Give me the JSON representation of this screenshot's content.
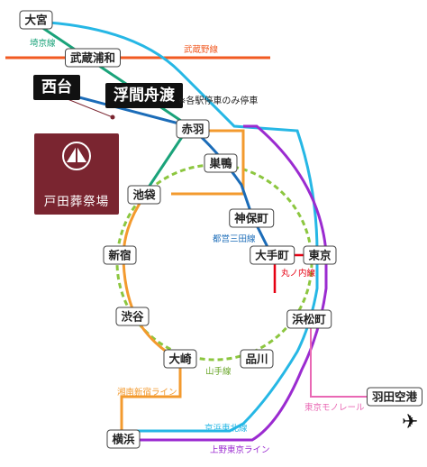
{
  "stations": {
    "omiya": "大宮",
    "musashi_urawa": "武蔵浦和",
    "akabane": "赤羽",
    "sugamo": "巣鴨",
    "ikebukuro": "池袋",
    "jimbocho": "神保町",
    "otemachi": "大手町",
    "tokyo": "東京",
    "shinjuku": "新宿",
    "shibuya": "渋谷",
    "hamamatsucho": "浜松町",
    "osaki": "大崎",
    "shinagawa": "品川",
    "yokohama": "横浜",
    "haneda": "羽田空港"
  },
  "highlights": {
    "nishidai": "西台",
    "ukima_funado": "浮間舟渡"
  },
  "note": "※各駅停車のみ停車",
  "lines": {
    "saikyo": "埼京線",
    "musashino": "武蔵野線",
    "toei_mita": "都営三田線",
    "marunouchi": "丸ノ内線",
    "yamanote": "山手線",
    "shonan_shinjuku": "湘南新宿ライン",
    "keihin_tohoku": "京浜東北線",
    "ueno_tokyo": "上野東京ライン",
    "monorail": "東京モノレール"
  },
  "logo_text": "戸田葬祭場",
  "colors": {
    "saikyo": "#1aa37a",
    "musashino": "#f15a22",
    "toei_mita": "#1b6cb8",
    "marunouchi": "#e60012",
    "yamanote": "#8cc63f",
    "shonan_shinjuku": "#f39a2e",
    "keihin_tohoku": "#26b7e5",
    "ueno_tokyo": "#9b2bd0",
    "monorail": "#e968b4",
    "logo_bg": "#7a2530"
  },
  "icons": {
    "airport": "airplane-icon"
  }
}
